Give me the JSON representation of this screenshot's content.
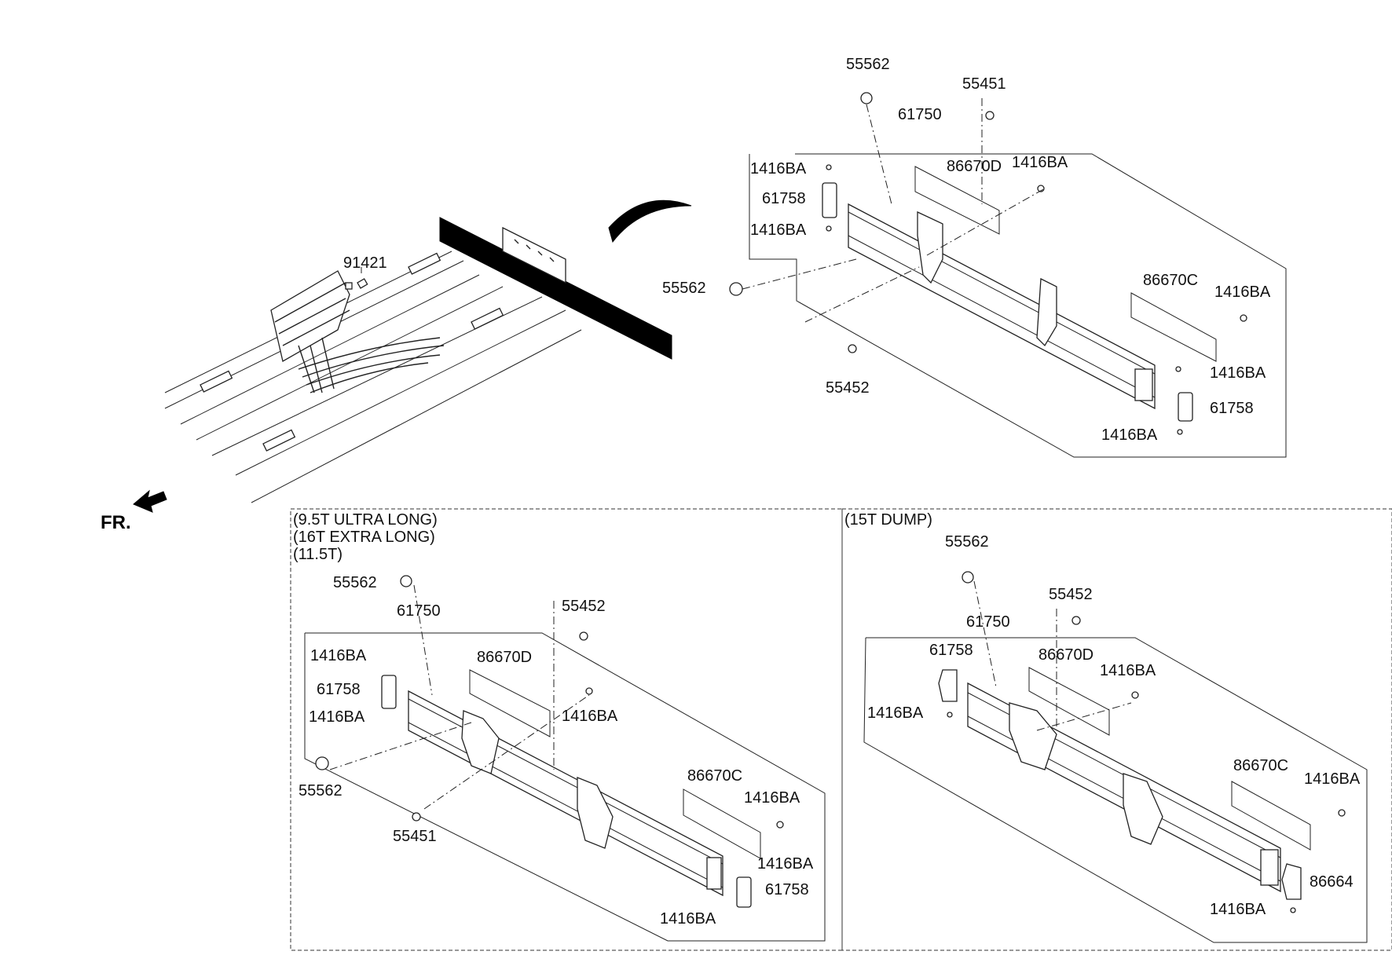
{
  "front_marker": "FR.",
  "top": {
    "labels": [
      "55562",
      "55451",
      "61750",
      "1416BA",
      "86670D",
      "1416BA",
      "61758",
      "1416BA",
      "55562",
      "86670C",
      "1416BA",
      "1416BA",
      "61758",
      "1416BA",
      "55452",
      "91421"
    ]
  },
  "variant_a": {
    "notes": [
      "(9.5T ULTRA LONG)",
      "(16T EXTRA LONG)",
      "(11.5T)"
    ],
    "labels": [
      "55562",
      "61750",
      "55452",
      "1416BA",
      "86670D",
      "61758",
      "1416BA",
      "1416BA",
      "55562",
      "86670C",
      "1416BA",
      "55451",
      "1416BA",
      "61758",
      "1416BA"
    ]
  },
  "variant_b": {
    "notes": [
      "(15T DUMP)"
    ],
    "labels": [
      "55562",
      "55452",
      "61750",
      "61758",
      "86670D",
      "1416BA",
      "1416BA",
      "86670C",
      "1416BA",
      "86664",
      "1416BA"
    ]
  }
}
